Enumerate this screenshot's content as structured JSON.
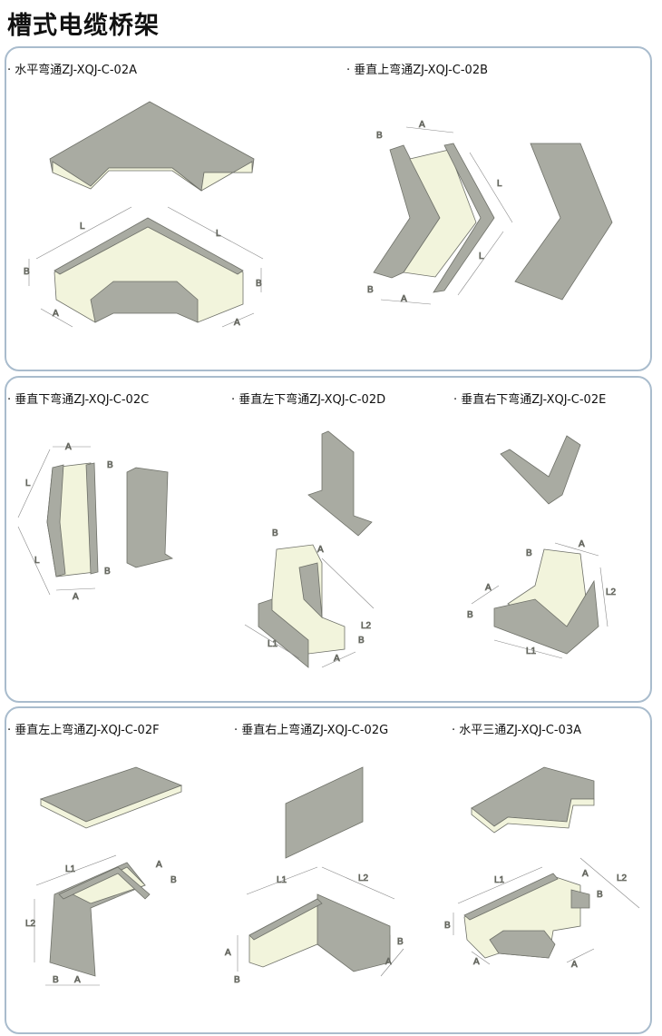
{
  "title": "槽式电缆桥架",
  "colors": {
    "tray_gray": "#a9aba2",
    "tray_inner": "#f2f4dc",
    "panel_border": "#a9bccd"
  },
  "panels": [
    {
      "items": [
        {
          "label": "· 水平弯通ZJ-XQJ-C-02A",
          "dims": [
            "L",
            "L",
            "B",
            "B",
            "A",
            "A"
          ]
        },
        {
          "label": "· 垂直上弯通ZJ-XQJ-C-02B",
          "dims": [
            "B",
            "A",
            "L",
            "L",
            "B",
            "A"
          ]
        }
      ]
    },
    {
      "items": [
        {
          "label": "· 垂直下弯通ZJ-XQJ-C-02C",
          "dims": [
            "A",
            "B",
            "L",
            "L",
            "B",
            "A"
          ]
        },
        {
          "label": "· 垂直左下弯通ZJ-XQJ-C-02D",
          "dims": [
            "B",
            "A",
            "L2",
            "L1",
            "A",
            "B"
          ]
        },
        {
          "label": "· 垂直右下弯通ZJ-XQJ-C-02E",
          "dims": [
            "B",
            "A",
            "A",
            "B",
            "L2",
            "L1"
          ]
        }
      ]
    },
    {
      "items": [
        {
          "label": "· 垂直左上弯通ZJ-XQJ-C-02F",
          "dims": [
            "L1",
            "A",
            "B",
            "L2",
            "B",
            "A"
          ]
        },
        {
          "label": "· 垂直右上弯通ZJ-XQJ-C-02G",
          "dims": [
            "L1",
            "L2",
            "A",
            "B",
            "A",
            "B"
          ]
        },
        {
          "label": "· 水平三通ZJ-XQJ-C-03A",
          "dims": [
            "L1",
            "A",
            "B",
            "L2",
            "B",
            "A",
            "A"
          ]
        }
      ]
    }
  ]
}
